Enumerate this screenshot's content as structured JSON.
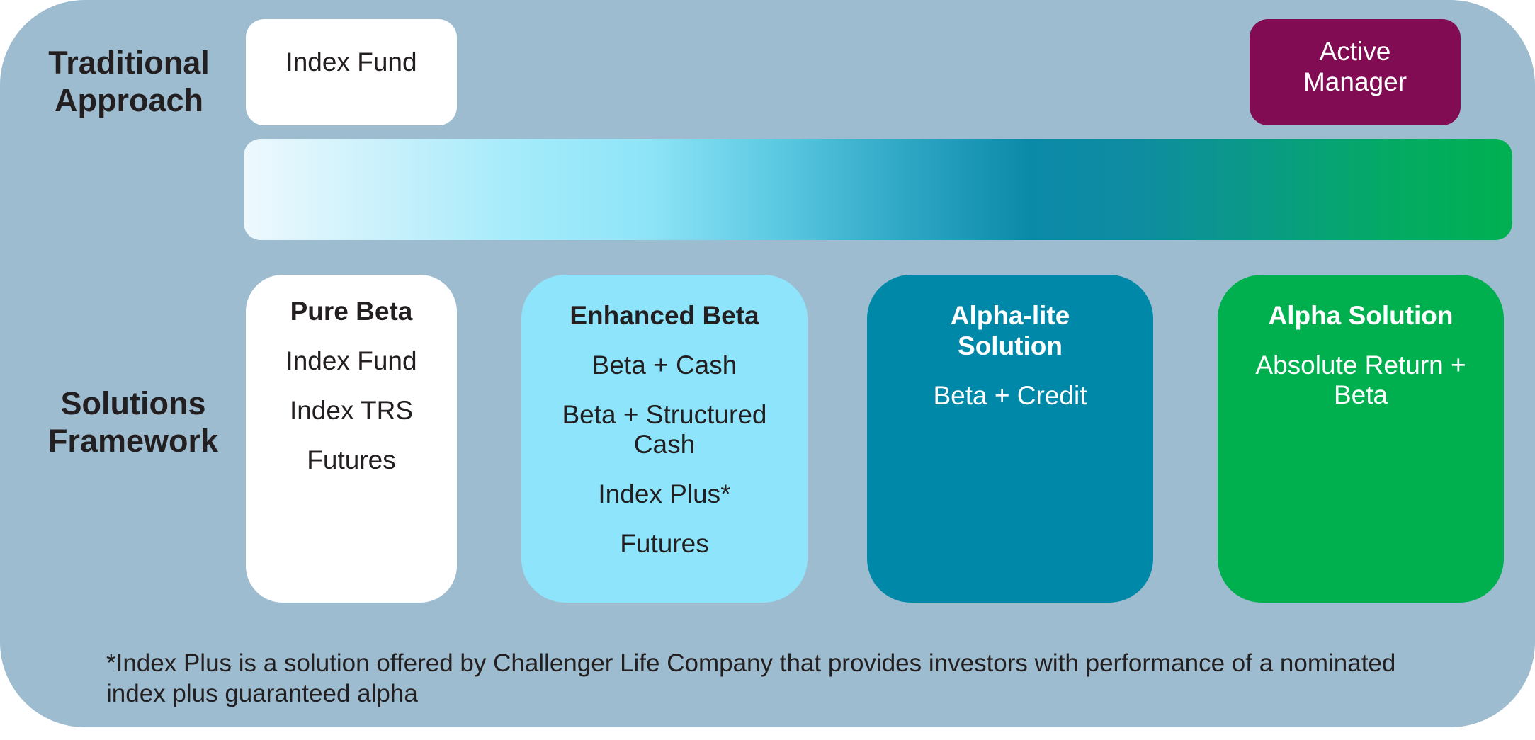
{
  "labels": {
    "traditional": [
      "Traditional",
      "Approach"
    ],
    "solutions": [
      "Solutions",
      "Framework"
    ]
  },
  "traditional_boxes": {
    "index_fund": "Index Fund",
    "active_manager": [
      "Active",
      "Manager"
    ]
  },
  "solutions": [
    {
      "title": [
        "Pure Beta"
      ],
      "items": [
        [
          "Index Fund"
        ],
        [
          "Index TRS"
        ],
        [
          "Futures"
        ]
      ]
    },
    {
      "title": [
        "Enhanced Beta"
      ],
      "items": [
        [
          "Beta + Cash"
        ],
        [
          "Beta + Structured",
          "Cash"
        ],
        [
          "Index Plus*"
        ],
        [
          "Futures"
        ]
      ]
    },
    {
      "title": [
        "Alpha-lite",
        "Solution"
      ],
      "items": [
        [
          "Beta + Credit"
        ]
      ]
    },
    {
      "title": [
        "Alpha Solution"
      ],
      "items": [
        [
          "Absolute Return +",
          "Beta"
        ]
      ]
    }
  ],
  "footnote": [
    "*Index Plus is a solution offered by Challenger Life Company that provides investors with performance of a nominated",
    "index plus guaranteed alpha"
  ],
  "colors": {
    "background": "#9dbccf",
    "active_manager": "#820c53",
    "enhanced_beta": "#8ee5fb",
    "alpha_lite": "#0088a9",
    "alpha_solution": "#00b04f",
    "text_dark": "#231f20"
  }
}
